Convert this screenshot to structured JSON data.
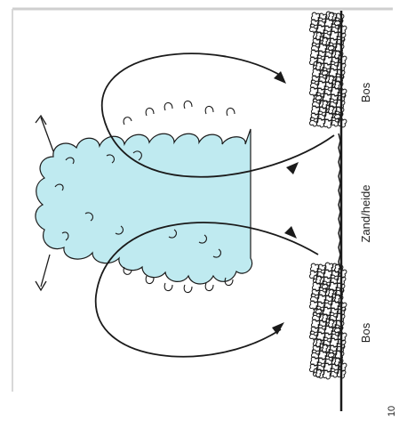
{
  "diagram": {
    "labels": {
      "forest_top": "Bos",
      "sand_heath": "Zand/heide",
      "forest_bottom": "Bos",
      "page_number": "10"
    },
    "colors": {
      "cloud_fill": "#bfeaf0",
      "ink": "#1a1a1a",
      "frame": "#cfcfcf"
    }
  }
}
